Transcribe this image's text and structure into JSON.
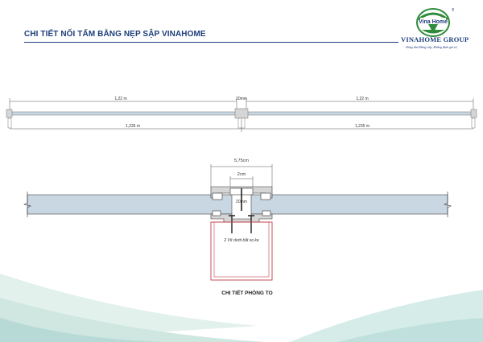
{
  "title": "CHI TIẾT NỐI TẤM BẰNG NẸP SẬP VINAHOME",
  "logo": {
    "brand": "VINAHOME GROUP",
    "tagline": "Nâng tầm Đẳng cấp, Khẳng định giá trị",
    "mark_text": "Vina Home",
    "registered": "®"
  },
  "overview": {
    "panel_width_left": "1,22 m",
    "gap": "20mm",
    "panel_width_right": "1,22 m",
    "total_left": "1,235 m",
    "total_right": "1,235 m"
  },
  "detail": {
    "profile_width": "5,75cm",
    "cap_width": "2cm",
    "gap": "20mm",
    "screw_note": "2 Vít dưới bắt sọ ke",
    "caption": "CHI TIẾT PHÓNG TO"
  },
  "colors": {
    "title": "#1b3d7a",
    "panel_fill": "#c9d7e3",
    "profile_fill": "#d6d6d6",
    "post_line": "#c0404a",
    "logo_green": "#2e8b3a"
  }
}
